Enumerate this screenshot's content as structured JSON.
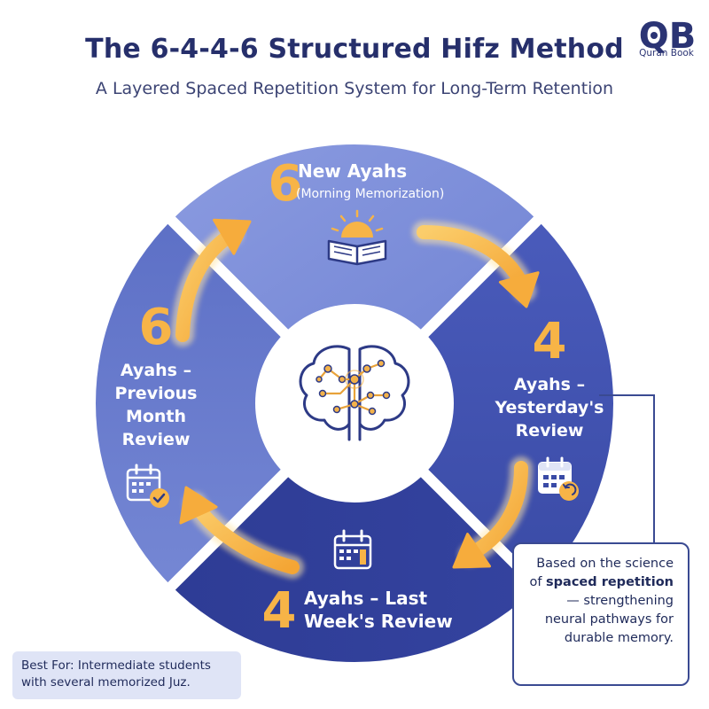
{
  "header": {
    "title": "The 6-4-4-6 Structured Hifz Method",
    "subtitle": "A Layered Spaced Repetition System for Long-Term Retention"
  },
  "logo": {
    "monogram": "QB",
    "name": "Quran Book"
  },
  "cycle": {
    "segments": [
      {
        "number": "6",
        "lines": [
          "New Ayahs"
        ],
        "note": "(Morning Memorization)",
        "icon": "sunrise-book-icon"
      },
      {
        "number": "4",
        "lines": [
          "Ayahs –",
          "Yesterday's",
          "Review"
        ],
        "icon": "calendar-return-icon"
      },
      {
        "number": "4",
        "lines": [
          "Ayahs – Last",
          "Week's Review"
        ],
        "icon": "calendar-week-icon"
      },
      {
        "number": "6",
        "lines": [
          "Ayahs –",
          "Previous",
          "Month",
          "Review"
        ],
        "icon": "calendar-check-icon"
      }
    ],
    "center_icon": "brain-circuit-icon"
  },
  "callout": {
    "text_before": "Based on the science of ",
    "emphasis": "spaced repetition",
    "text_after": " — strengthening neural pathways for durable memory."
  },
  "best_for": {
    "line1": "Best For: Intermediate students",
    "line2": "with several memorized Juz."
  },
  "colors": {
    "title": "#262f6b",
    "segment_top": "#7b8ed8",
    "segment_right": "#4556b4",
    "segment_bottom": "#2d3b93",
    "segment_left": "#6a7dcd",
    "arrow": "#f7b447",
    "callout_border": "#3a4a92",
    "best_for_bg": "#dfe4f6"
  }
}
